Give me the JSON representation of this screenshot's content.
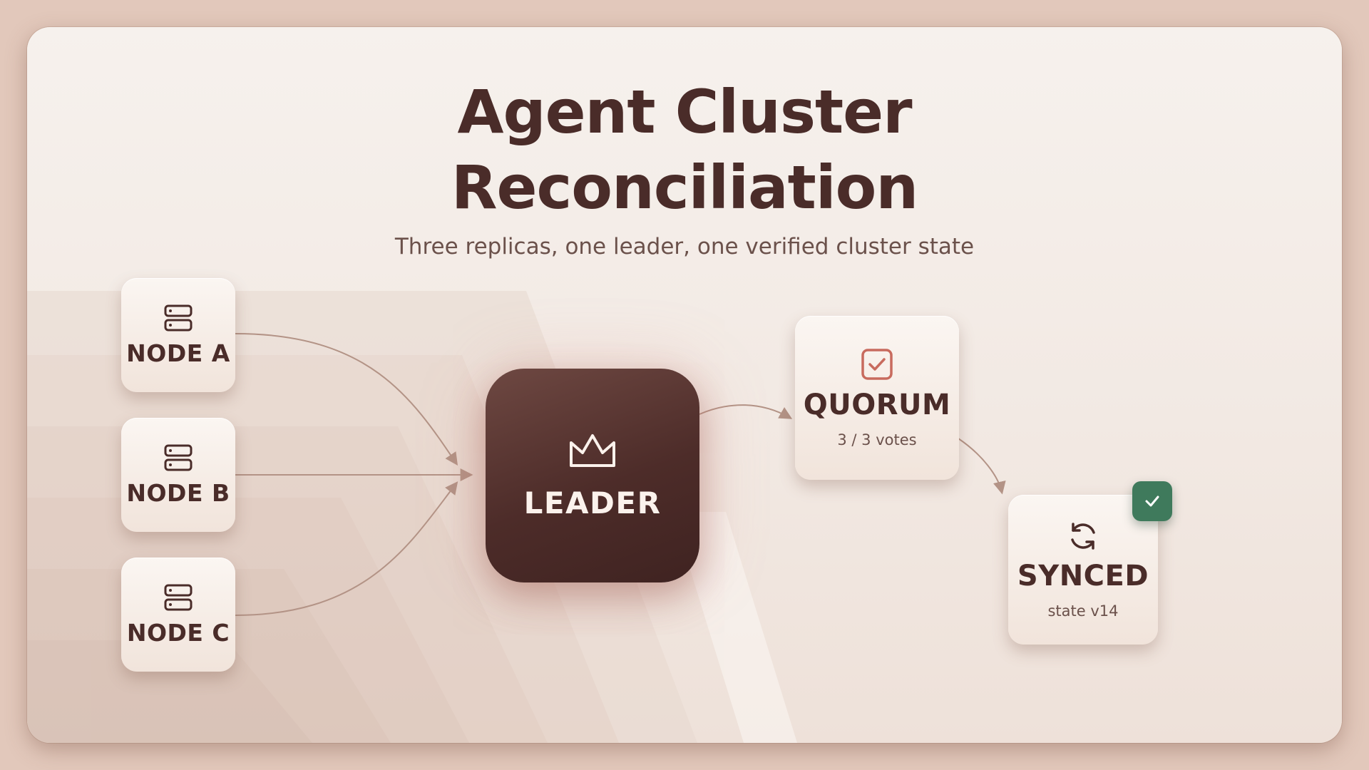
{
  "title": {
    "line1": "Agent Cluster",
    "line2": "Reconciliation"
  },
  "subtitle": "Three replicas, one leader, one verified cluster state",
  "nodes": [
    {
      "label": "NODE A",
      "icon": "server-icon"
    },
    {
      "label": "NODE B",
      "icon": "server-icon"
    },
    {
      "label": "NODE C",
      "icon": "server-icon"
    }
  ],
  "leader": {
    "label": "LEADER",
    "icon": "crown-icon"
  },
  "quorum": {
    "label": "QUORUM",
    "detail": "3 / 3 votes",
    "icon": "checkbox-icon"
  },
  "synced": {
    "label": "SYNCED",
    "detail": "state v14",
    "icon": "refresh-icon",
    "badge_icon": "check-icon"
  },
  "colors": {
    "ink": "#4a2c29",
    "leader_fill": "#4d2c29",
    "quorum_icon": "#c86b5e",
    "badge": "#3f7a5c",
    "connector": "#b39386"
  }
}
